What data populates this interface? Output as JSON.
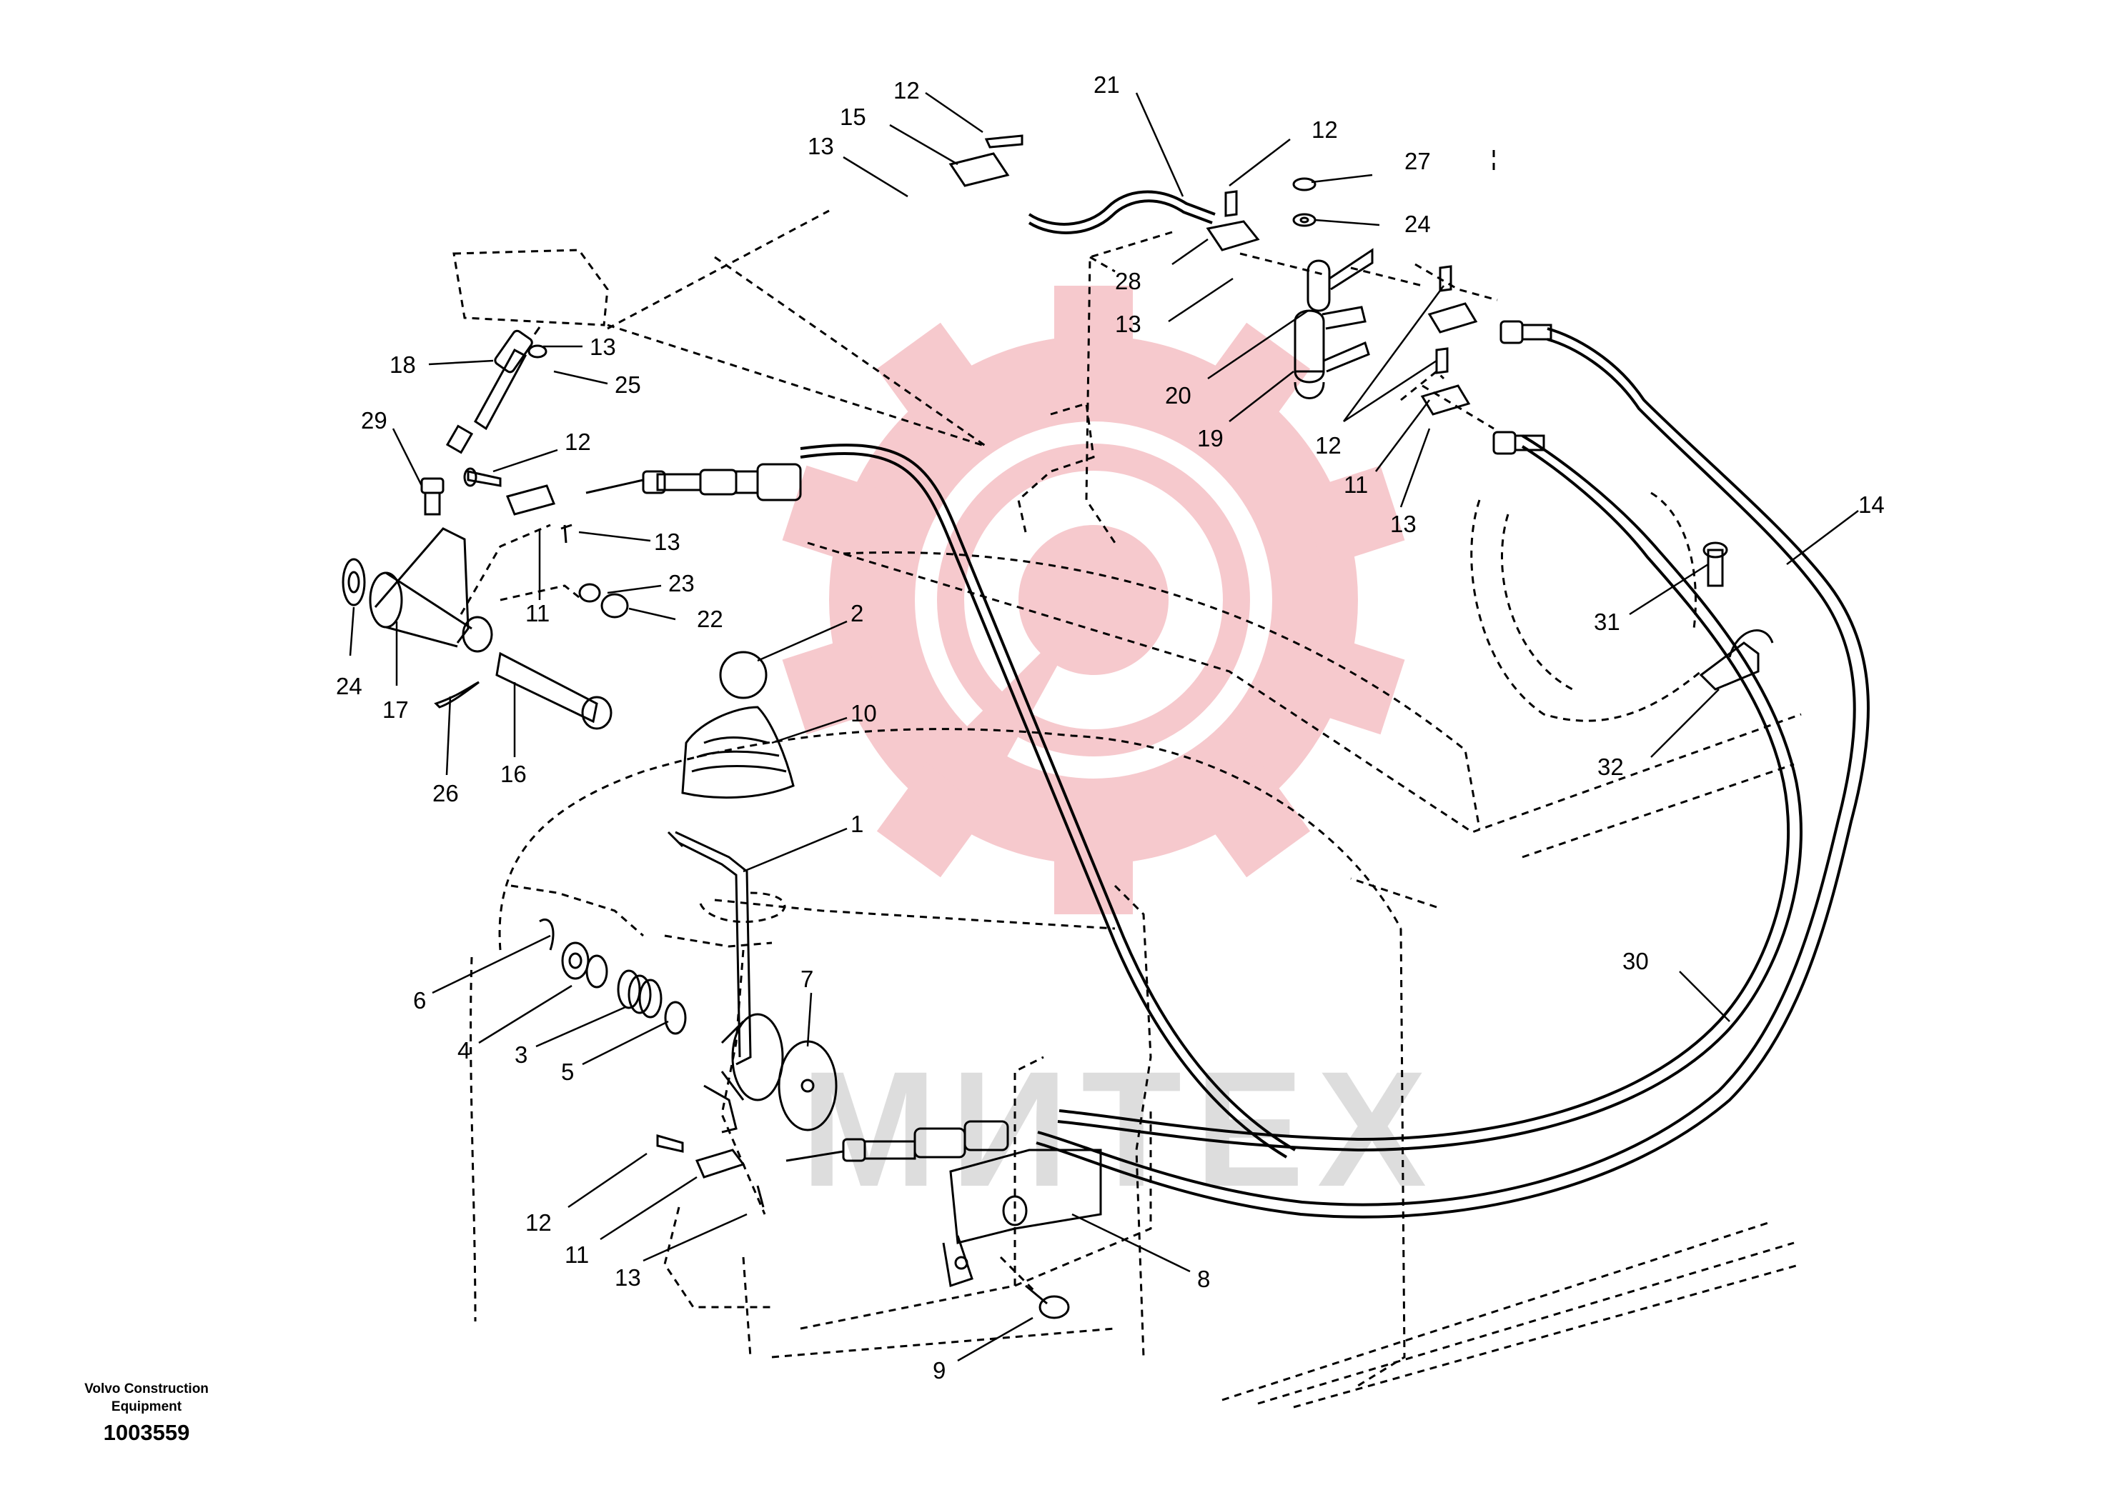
{
  "diagram": {
    "callouts": [
      "12",
      "21",
      "15",
      "13",
      "12",
      "27",
      "24",
      "28",
      "13",
      "20",
      "19",
      "12",
      "11",
      "13",
      "18",
      "13",
      "25",
      "29",
      "12",
      "11",
      "13",
      "23",
      "22",
      "24",
      "17",
      "26",
      "16",
      "2",
      "10",
      "1",
      "14",
      "31",
      "32",
      "30",
      "6",
      "4",
      "3",
      "5",
      "7",
      "12",
      "11",
      "13",
      "8",
      "9"
    ]
  },
  "footer": {
    "company_line1": "Volvo Construction",
    "company_line2": "Equipment",
    "part_number": "1003559"
  },
  "watermark": {
    "text": "МИТЕХ",
    "color": "#f3b7bd"
  }
}
